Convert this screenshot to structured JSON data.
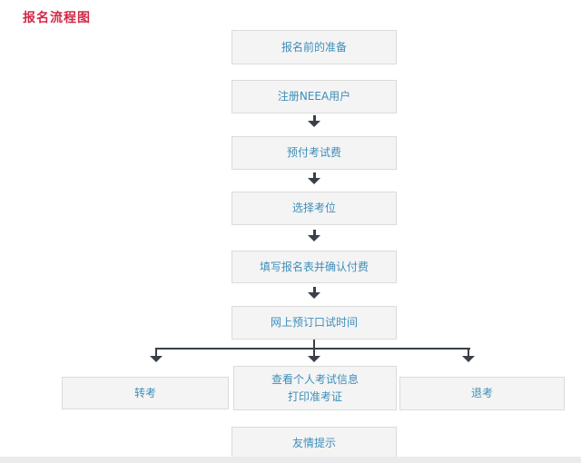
{
  "page": {
    "title": "报名流程图"
  },
  "colors": {
    "title_red": "#d12a47",
    "box_fill": "#f4f4f4",
    "box_border": "#dbdbdb",
    "box_text_blue": "#3d8eb9",
    "connector_dark": "#3a4049",
    "bottom_bar": "#ebebed"
  },
  "flow": {
    "main_steps": [
      {
        "label": "报名前的准备"
      },
      {
        "label": "注册NEEA用户"
      },
      {
        "label": "预付考试费"
      },
      {
        "label": "选择考位"
      },
      {
        "label": "填写报名表并确认付费"
      },
      {
        "label": "网上预订口试时间"
      }
    ],
    "branch_steps": [
      {
        "label": "转考"
      },
      {
        "lines": [
          "查看个人考试信息",
          "打印准考证"
        ]
      },
      {
        "label": "退考"
      }
    ],
    "footer_step": {
      "label": "友情提示"
    }
  }
}
